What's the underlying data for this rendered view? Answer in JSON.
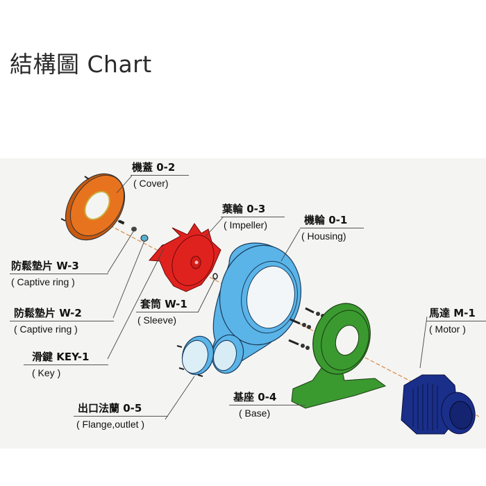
{
  "page": {
    "title": "結構圖 Chart"
  },
  "diagram": {
    "description": "Exploded view of centrifugal blower",
    "colors": {
      "cover": "#e8731e",
      "impeller": "#e0221e",
      "housing": "#5ab4e8",
      "base": "#3a9a30",
      "motor": "#1a2f8a",
      "axis_line": "#d98a4a",
      "background": "#f4f4f2"
    },
    "parts": [
      {
        "id": "cover",
        "zh": "機蓋 0-2",
        "en": "( Cover)"
      },
      {
        "id": "impeller",
        "zh": "葉輪 0-3",
        "en": "( Impeller)"
      },
      {
        "id": "housing",
        "zh": "機輪 0-1",
        "en": "( Housing)"
      },
      {
        "id": "captive-ring-w3",
        "zh": "防鬆墊片 W-3",
        "en": "( Captive ring )"
      },
      {
        "id": "sleeve",
        "zh": "套筒 W-1",
        "en": "( Sleeve)"
      },
      {
        "id": "captive-ring-w2",
        "zh": "防鬆墊片 W-2",
        "en": "( Captive ring )"
      },
      {
        "id": "motor",
        "zh": "馬達 M-1",
        "en": "( Motor )"
      },
      {
        "id": "key",
        "zh": "滑鍵 KEY-1",
        "en": "( Key )"
      },
      {
        "id": "base",
        "zh": "基座 0-4",
        "en": "( Base)"
      },
      {
        "id": "flange-outlet",
        "zh": "出口法蘭 0-5",
        "en": "( Flange,outlet )"
      }
    ]
  }
}
